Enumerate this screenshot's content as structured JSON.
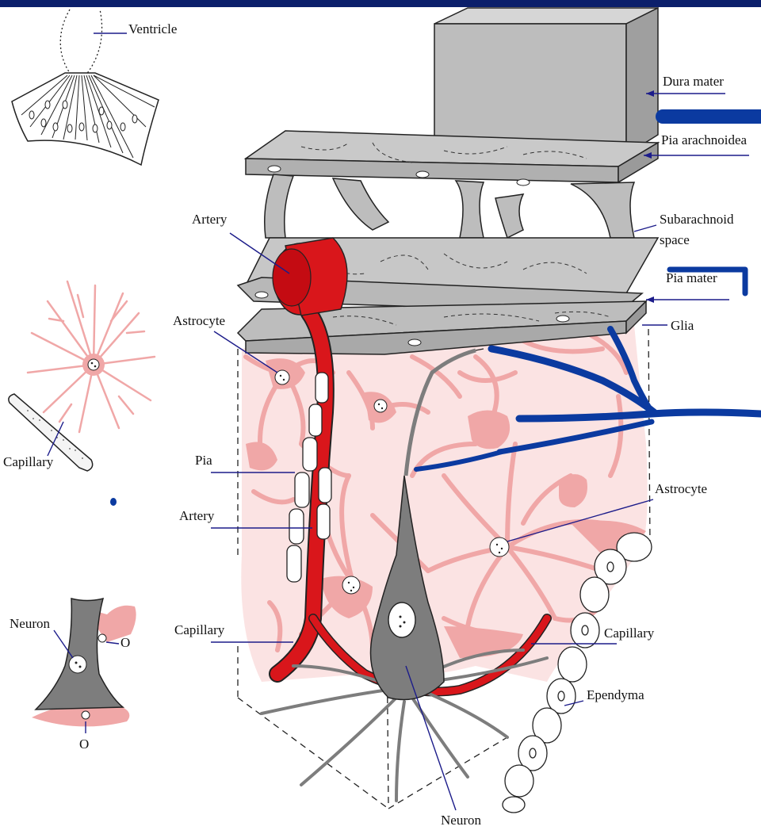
{
  "colors": {
    "banner": "#0b1f6b",
    "ink": "#1c1c8a",
    "scribble": "#0b3aa0",
    "tissue": "#bdbdbd",
    "glia_pink": "#f0a7a7",
    "artery_red": "#d9161b",
    "neuron_gray": "#7d7d7d"
  },
  "labels": {
    "ventricle": "Ventricle",
    "dura_mater": "Dura mater",
    "pia_arachnoidea": "Pia arachnoidea",
    "subarachnoid_space_line1": "Subarachnoid",
    "subarachnoid_space_line2": "space",
    "pia_mater": "Pia mater",
    "glia": "Glia",
    "artery_top": "Artery",
    "astrocyte_left": "Astrocyte",
    "astrocyte_right": "Astrocyte",
    "capillary_side": "Capillary",
    "pia": "Pia",
    "artery_mid": "Artery",
    "capillary_left": "Capillary",
    "capillary_right": "Capillary",
    "ependyma": "Ependyma",
    "neuron_side": "Neuron",
    "oligodendrocyte_top": "O",
    "oligodendrocyte_bottom": "O",
    "neuron_bottom": "Neuron"
  },
  "icons": {
    "scribble": "hand-drawn-annotation-strokes"
  }
}
